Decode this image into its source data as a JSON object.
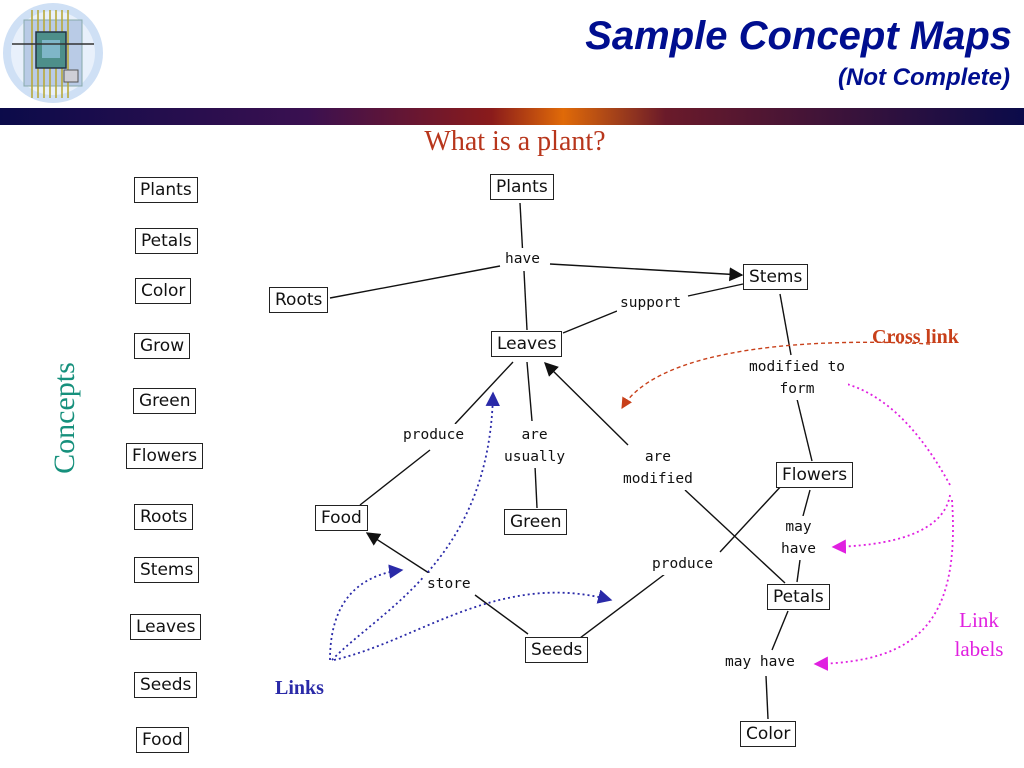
{
  "header": {
    "title": "Sample Concept Maps",
    "subtitle": "(Not Complete)"
  },
  "question": "What is a plant?",
  "side_label": "Concepts",
  "concept_list": [
    "Plants",
    "Petals",
    "Color",
    "Grow",
    "Green",
    "Flowers",
    "Roots",
    "Stems",
    "Leaves",
    "Seeds",
    "Food"
  ],
  "map": {
    "nodes": {
      "plants": "Plants",
      "roots": "Roots",
      "stems": "Stems",
      "leaves": "Leaves",
      "food": "Food",
      "green": "Green",
      "flowers": "Flowers",
      "petals": "Petals",
      "seeds": "Seeds",
      "color": "Color"
    },
    "links": {
      "have": "have",
      "support": "support",
      "modified_to_form_1": "modified to",
      "modified_to_form_2": "form",
      "produce_1": "produce",
      "are_usually_1": "are",
      "are_usually_2": "usually",
      "are_modified_1": "are",
      "are_modified_2": "modified",
      "may_have_1a": "may",
      "may_have_1b": "have",
      "produce_2": "produce",
      "store": "store",
      "may_have_2": "may have"
    }
  },
  "annotations": {
    "cross_link": "Cross link",
    "link_labels_1": "Link",
    "link_labels_2": "labels",
    "links": "Links"
  },
  "colors": {
    "title": "#000e8f",
    "question": "#b8361c",
    "concepts_label": "#16907c",
    "cross_link": "#c8401a",
    "link_labels": "#e020e0",
    "links": "#2a2aa8"
  }
}
